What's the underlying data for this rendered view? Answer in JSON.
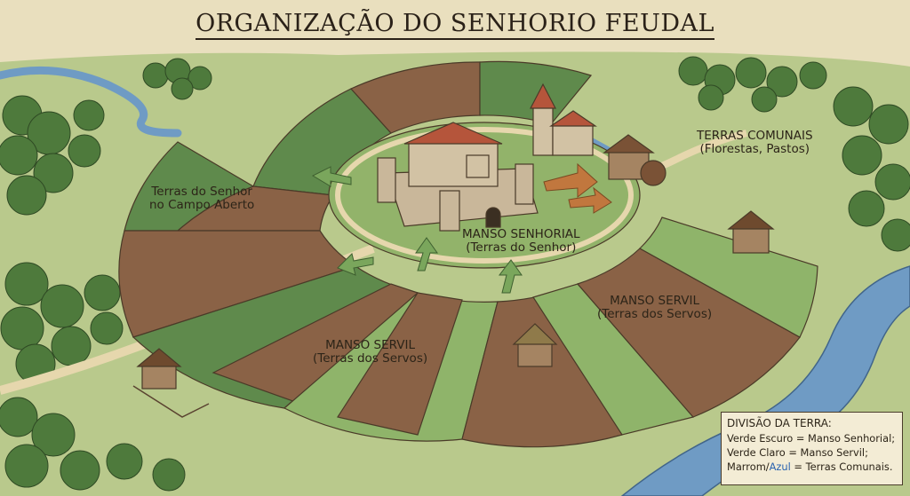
{
  "title": "ORGANIZAÇÃO DO SENHORIO FEUDAL",
  "labels": {
    "senhor_campo_line1": "Terras do Senhor",
    "senhor_campo_line2": "no Campo Aberto",
    "manso_senhorial_line1": "MANSO SENHORIAL",
    "manso_senhorial_line2": "(Terras do Senhor)",
    "manso_servil_1_line1": "MANSO SERVIL",
    "manso_servil_1_line2": "(Terras dos Servos)",
    "manso_servil_2_line1": "MANSO SERVIL",
    "manso_servil_2_line2": "(Terras dos Servos)",
    "terras_comunais_line1": "TERRAS COMUNAIS",
    "terras_comunais_line2": "(Florestas, Pastos)"
  },
  "legend": {
    "title": "DIVISÃO DA TERRA:",
    "line1": "Verde Escuro = Manso Senhorial;",
    "line2": "Verde Claro = Manso Servil;",
    "line3_a": "Marrom/",
    "line3_b": "Azul",
    "line3_c": " = Terras Comunais."
  },
  "colors": {
    "dark_green": "#5f8a4c",
    "light_green": "#8fb46a",
    "brown": "#8a6246",
    "meadow": "#b7c98a",
    "river": "#6f9bc4",
    "forest": "#4e7a3c",
    "castle": "#c9b79a",
    "roof": "#b5553b"
  }
}
